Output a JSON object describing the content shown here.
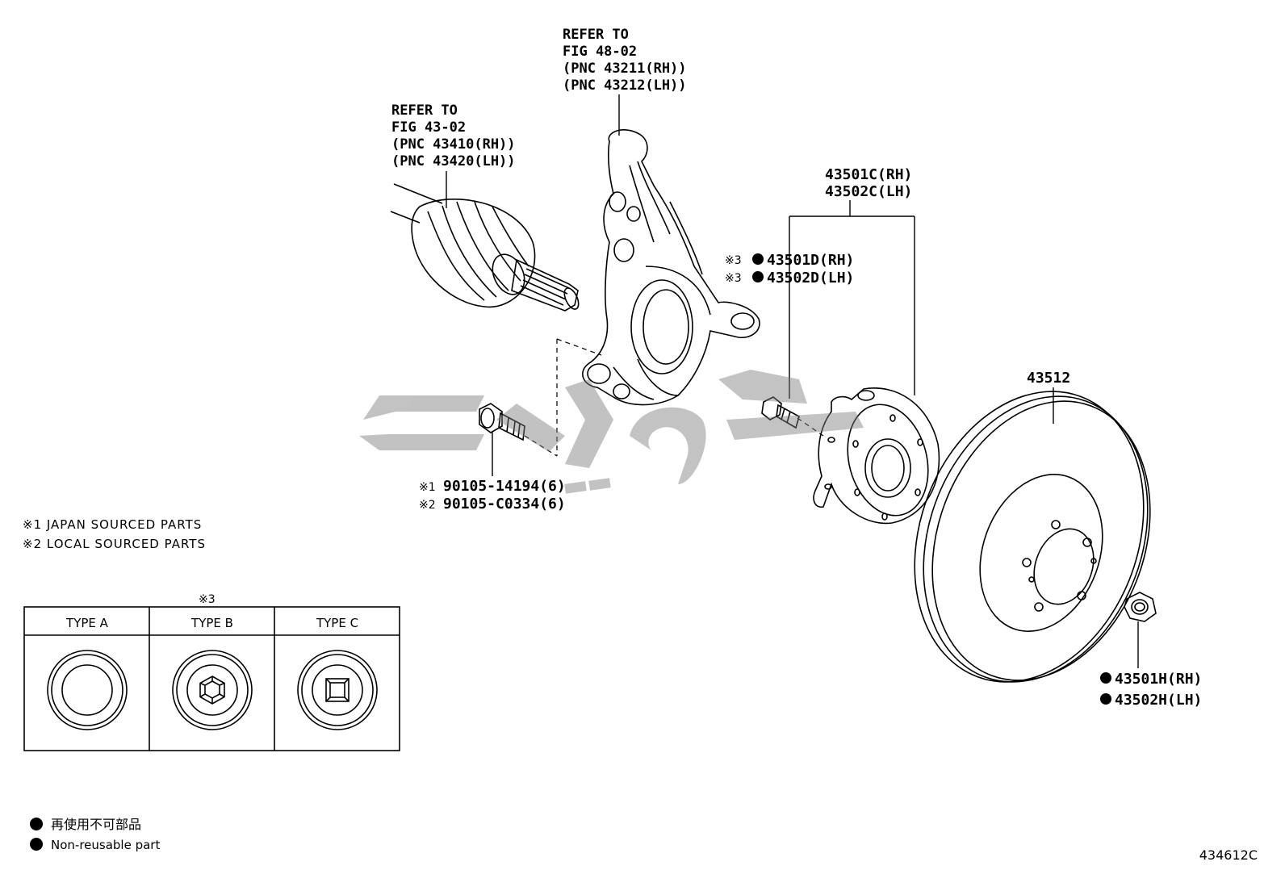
{
  "callouts": {
    "knuckle": [
      "REFER TO",
      "FIG 48-02",
      "(PNC 43211(RH))",
      "(PNC 43212(LH))"
    ],
    "driveshaft": [
      "REFER TO",
      "FIG 43-02",
      "(PNC 43410(RH))",
      "(PNC 43420(LH))"
    ],
    "hub_rh": "43501C(RH)",
    "hub_lh": "43502C(LH)",
    "bolt_rh_mark": "※3",
    "bolt_rh": "43501D(RH)",
    "bolt_lh_mark": "※3",
    "bolt_lh": "43502D(LH)",
    "disc": "43512",
    "nut_rh": "43501H(RH)",
    "nut_lh": "43502H(LH)",
    "knuckle_bolt_1_mark": "※1",
    "knuckle_bolt_1": "90105-14194(6)",
    "knuckle_bolt_2_mark": "※2",
    "knuckle_bolt_2": "90105-C0334(6)"
  },
  "notes": {
    "note1": "※1 JAPAN SOURCED PARTS",
    "note2": "※2 LOCAL SOURCED PARTS"
  },
  "type_table": {
    "mark": "※3",
    "headers": [
      "TYPE A",
      "TYPE B",
      "TYPE C"
    ]
  },
  "legend": {
    "jp": "再使用不可部品",
    "en": "Non-reusable part"
  },
  "figure_code": "434612C",
  "watermark_icon": "watermark-logo-icon"
}
